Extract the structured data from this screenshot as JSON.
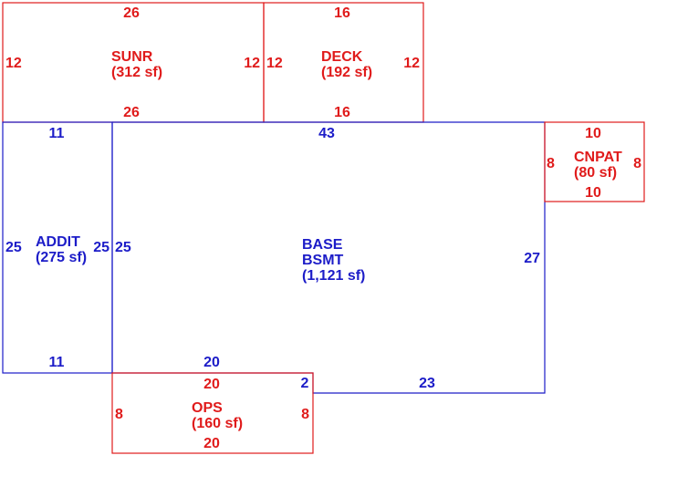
{
  "colors": {
    "red": "#e01b1b",
    "blue": "#1c1cc8",
    "background": "#ffffff"
  },
  "areas": [
    {
      "id": "sunr",
      "color": "red",
      "name": "SUNR",
      "area": "(312 sf)",
      "dims": {
        "top": "26",
        "bottom": "26",
        "left": "12",
        "right": "12"
      }
    },
    {
      "id": "deck",
      "color": "red",
      "name": "DECK",
      "area": "(192 sf)",
      "dims": {
        "top": "16",
        "bottom": "16",
        "left": "12",
        "right": "12"
      }
    },
    {
      "id": "addit",
      "color": "blue",
      "name": "ADDIT",
      "area": "(275 sf)",
      "dims": {
        "top": "11",
        "bottom": "11",
        "left": "25",
        "right": "25"
      }
    },
    {
      "id": "base",
      "color": "blue",
      "name_line1": "BASE",
      "name_line2": "BSMT",
      "area": "(1,121 sf)",
      "dims": {
        "top": "43",
        "left": "25",
        "right": "27",
        "bottom_left": "20",
        "bottom_step": "2",
        "bottom_right": "23"
      }
    },
    {
      "id": "cnpat",
      "color": "red",
      "name": "CNPAT",
      "area": "(80 sf)",
      "dims": {
        "top": "10",
        "bottom": "10",
        "left": "8",
        "right": "8"
      }
    },
    {
      "id": "ops",
      "color": "red",
      "name": "OPS",
      "area": "(160 sf)",
      "dims": {
        "top": "20",
        "bottom": "20",
        "left": "8",
        "right": "8"
      }
    }
  ]
}
